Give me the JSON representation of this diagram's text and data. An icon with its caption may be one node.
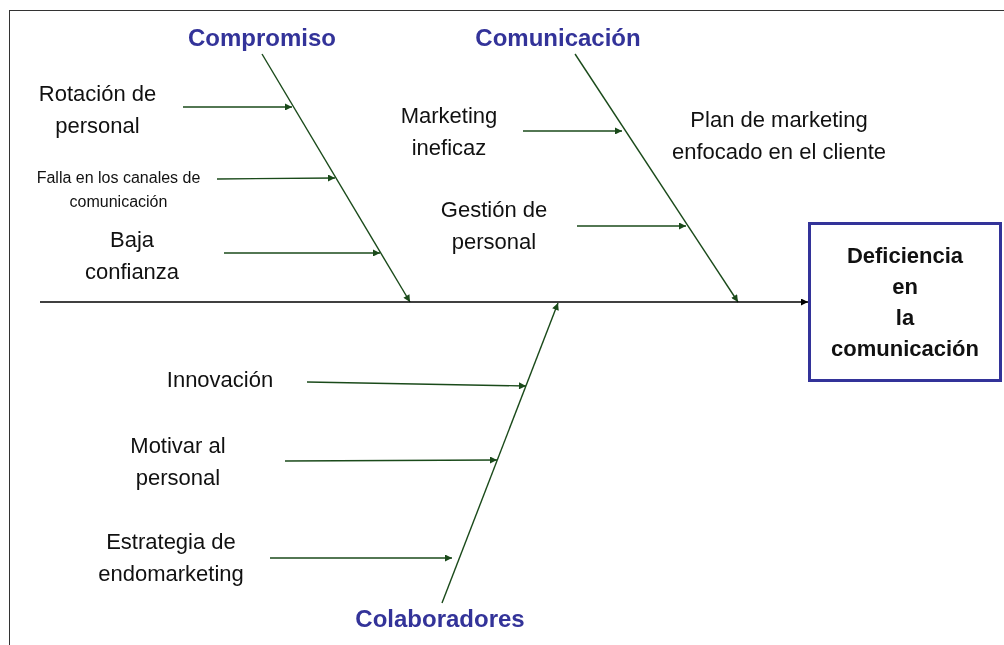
{
  "diagram": {
    "nodes": [
      {
        "text": [
          "Compromiso"
        ]
      },
      {
        "text": [
          "Comunicación"
        ]
      },
      {
        "text": [
          "Colaboradores"
        ]
      },
      {
        "text": [
          "Rotación de personal"
        ]
      },
      {
        "text": [
          "Falla en los canales de comunicación"
        ]
      },
      {
        "text": [
          "Baja confianza"
        ]
      },
      {
        "text": [
          "Marketing ineficaz"
        ]
      },
      {
        "text": [
          "Gestión de personal"
        ]
      },
      {
        "text": [
          "Innovación"
        ]
      },
      {
        "text": [
          "Motivar al personal"
        ]
      },
      {
        "text": [
          "Estrategia de endomarketing"
        ]
      },
      {
        "text": [
          "Deficiencia en la comunicación"
        ]
      }
    ],
    "edges": [
      {
        "from": 0,
        "to": null,
        "arrow": "to"
      },
      {
        "from": 1,
        "to": null,
        "arrow": "to"
      },
      {
        "from": 2,
        "to": null,
        "arrow": "to"
      },
      {
        "from": 3,
        "to": null,
        "arrow": "to"
      },
      {
        "from": 4,
        "to": null,
        "arrow": "to"
      },
      {
        "from": 5,
        "to": null,
        "arrow": "to"
      },
      {
        "from": 6,
        "to": null,
        "arrow": "to"
      },
      {
        "from": 7,
        "to": null,
        "arrow": "to"
      },
      {
        "from": 8,
        "to": null,
        "arrow": "to"
      },
      {
        "from": 9,
        "to": null,
        "arrow": "to"
      },
      {
        "from": 10,
        "to": null,
        "arrow": "to"
      },
      {
        "from": null,
        "to": 11,
        "arrow": "to",
        "color": "#000000"
      }
    ],
    "labels": [
      "Plan de marketing enfocado en el cliente"
    ]
  }
}
